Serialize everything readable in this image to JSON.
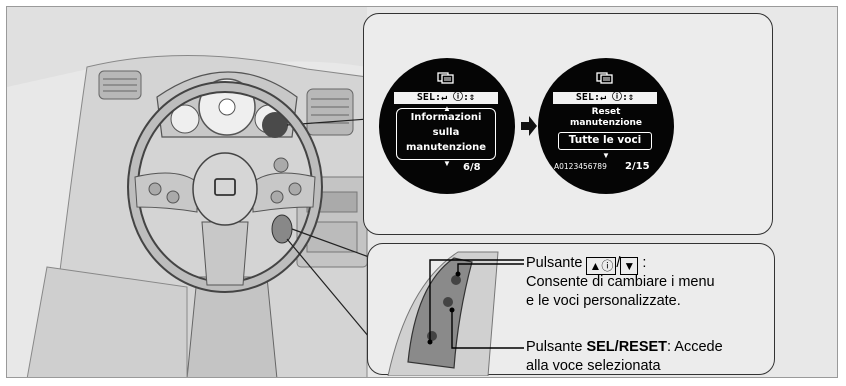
{
  "screen1": {
    "sel_bar": "SEL:↵  ⓘ:⇕",
    "line1": "Informazioni",
    "line2": "sulla",
    "line3": "manutenzione",
    "page": "6/8"
  },
  "screen2": {
    "sel_bar": "SEL:↵  ⓘ:⇕",
    "title1": "Reset",
    "title2": "manutenzione",
    "option": "Tutte le voci",
    "code": "A0123456789",
    "page": "2/15"
  },
  "labels": {
    "btn1_name": "Pulsante",
    "btn1_key_up": "▲ⓘ",
    "btn1_key_sep": "/",
    "btn1_key_down": "▼",
    "btn1_colon": ":",
    "btn1_desc_line1": "Consente di cambiare i menu",
    "btn1_desc_line2": "e le voci personalizzate.",
    "btn2_name": "Pulsante",
    "btn2_key": "SEL/RESET",
    "btn2_desc_line1": ": Accede",
    "btn2_desc_line2": "alla voce selezionata"
  },
  "icons": [
    "steering-wheel-icon",
    "display-icon",
    "right-arrow-icon",
    "button-icon"
  ]
}
